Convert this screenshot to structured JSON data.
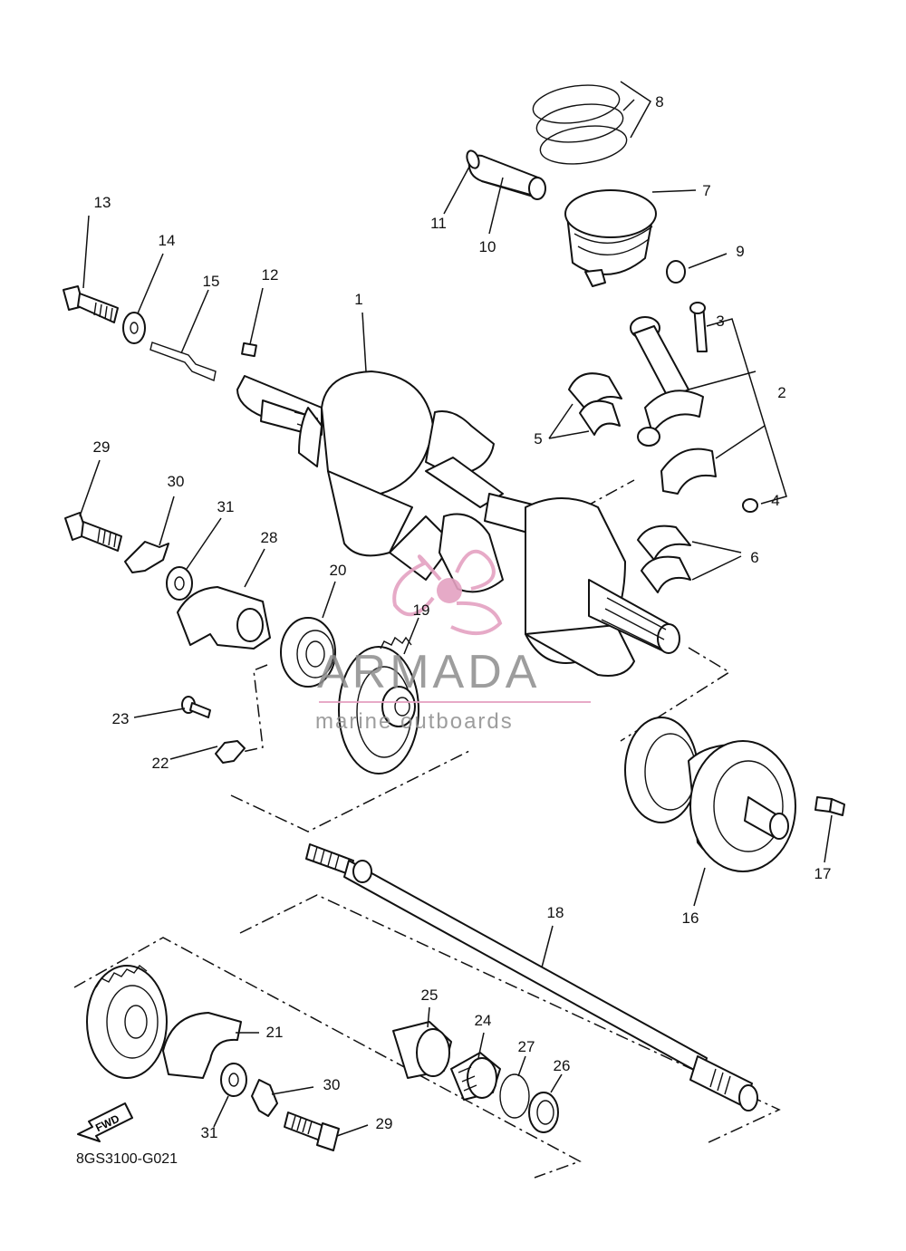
{
  "diagram": {
    "drawing_code": "8GS3100-G021",
    "fwd_label": "FWD",
    "callouts": [
      "1",
      "2",
      "3",
      "4",
      "5",
      "6",
      "7",
      "8",
      "9",
      "10",
      "11",
      "12",
      "13",
      "14",
      "15",
      "16",
      "17",
      "18",
      "19",
      "20",
      "21",
      "22",
      "23",
      "24",
      "25",
      "26",
      "27",
      "28",
      "29",
      "30",
      "31",
      "29",
      "30",
      "31"
    ]
  },
  "watermark": {
    "brand": "ARMADA",
    "tagline": "marine outboards",
    "color": "#e4a1c1"
  },
  "icons": {
    "fwd_arrow": "fwd-arrow-icon",
    "logo": "propeller-logo-icon"
  }
}
